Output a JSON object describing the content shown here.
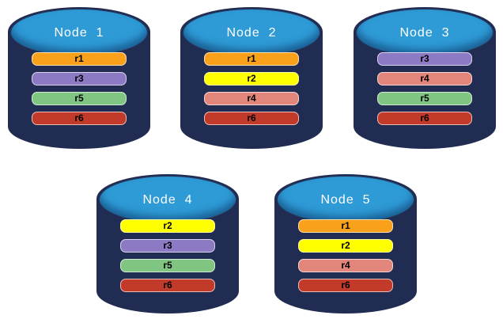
{
  "colors": {
    "background": "#FFFFFF",
    "cylinder_body": "#202C52",
    "cylinder_top": "#2E9BD6",
    "cylinder_top_outline": "#27395F",
    "title_text": "#FFFFFF",
    "bar_text": "#000000"
  },
  "replica_colors": {
    "r1": "#F9A11B",
    "r2": "#FFFF00",
    "r3": "#8C7BC4",
    "r4": "#E2857B",
    "r5": "#80C682",
    "r6": "#C23B2A"
  },
  "nodes": [
    {
      "title": "Node  1",
      "replicas": [
        "r1",
        "r3",
        "r5",
        "r6"
      ]
    },
    {
      "title": "Node  2",
      "replicas": [
        "r1",
        "r2",
        "r4",
        "r6"
      ]
    },
    {
      "title": "Node  3",
      "replicas": [
        "r3",
        "r4",
        "r5",
        "r6"
      ]
    },
    {
      "title": "Node  4",
      "replicas": [
        "r2",
        "r3",
        "r5",
        "r6"
      ]
    },
    {
      "title": "Node  5",
      "replicas": [
        "r1",
        "r2",
        "r4",
        "r6"
      ]
    }
  ]
}
